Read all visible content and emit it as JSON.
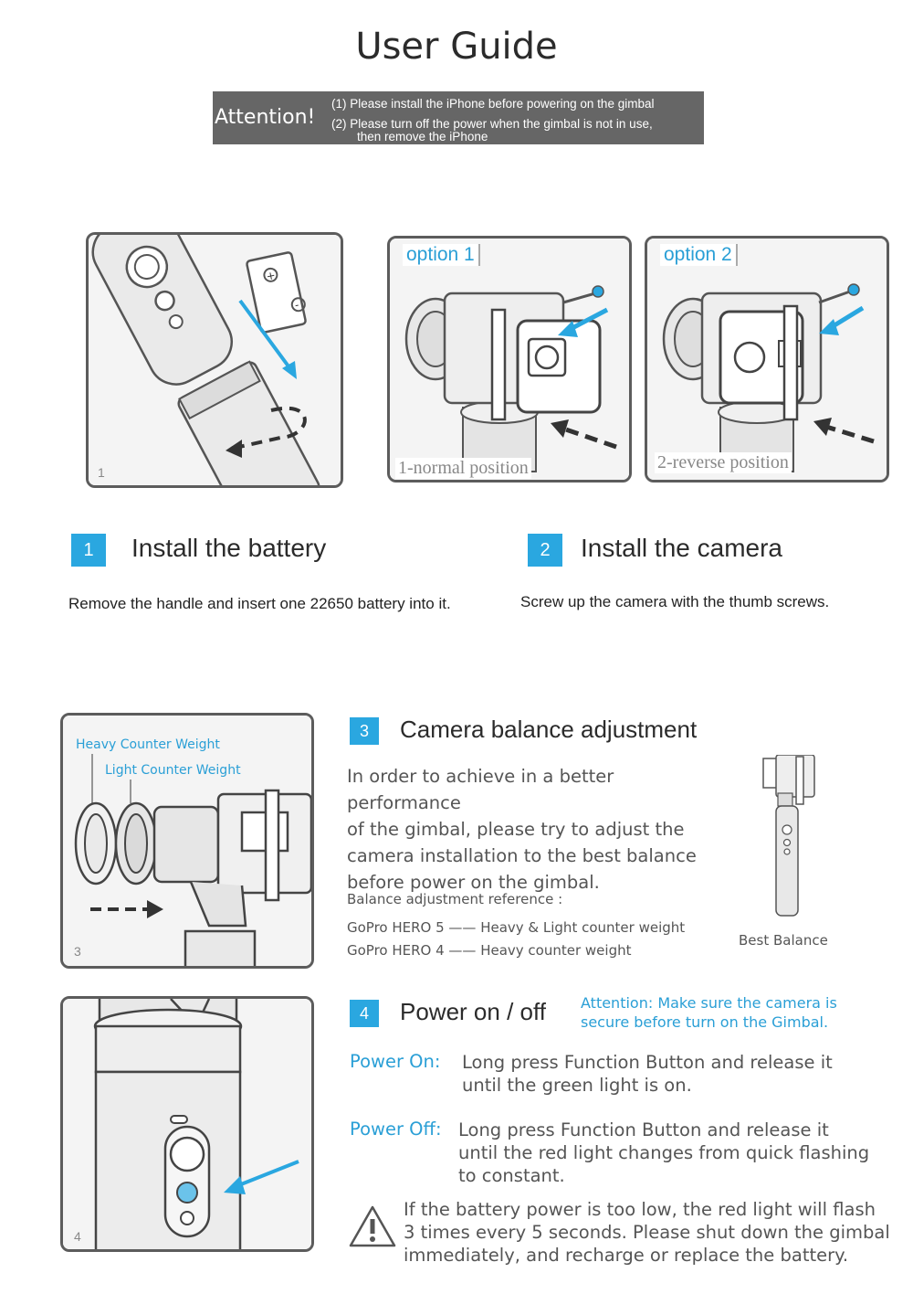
{
  "page": {
    "title": "User Guide",
    "attention": {
      "label": "Attention!",
      "line1": "(1) Please install the iPhone before powering on the gimbal",
      "line2": "(2) Please turn off the power when the gimbal is not in use,",
      "line3": "then remove the iPhone"
    }
  },
  "panels": {
    "panel1_num": "1",
    "option1": {
      "label": "option 1",
      "position": "1-normal position"
    },
    "option2": {
      "label": "option 2",
      "position": "2-reverse position"
    },
    "panel3": {
      "num": "3",
      "heavy": "Heavy Counter Weight",
      "light": "Light Counter Weight"
    },
    "panel4_num": "4"
  },
  "steps": {
    "step1": {
      "num": "1",
      "title": "Install the battery",
      "desc": "Remove the handle and insert one 22650 battery into it."
    },
    "step2": {
      "num": "2",
      "title": "Install the camera",
      "desc": "Screw up the camera with the thumb screws."
    },
    "step3": {
      "num": "3",
      "title": "Camera balance adjustment",
      "para": [
        "In order to achieve in a better performance",
        "of the gimbal, please try to adjust the",
        "camera installation to the best balance",
        "before power on the gimbal."
      ],
      "ref_title": "Balance adjustment reference :",
      "ref1": "GoPro HERO 5 —— Heavy & Light counter weight",
      "ref2": "GoPro HERO 4 —— Heavy counter weight",
      "best": "Best Balance"
    },
    "step4": {
      "num": "4",
      "title": "Power on / off",
      "attention1": "Attention: Make sure the camera is",
      "attention2": "secure before turn on the Gimbal.",
      "on_label": "Power On:",
      "on_text": [
        "Long press Function Button and release it",
        "until the green light is on."
      ],
      "off_label": "Power Off:",
      "off_text": [
        "Long press Function Button and release it",
        "until the red light changes from quick flashing",
        "to constant."
      ],
      "warning": [
        "If the battery power is too low, the red light will flash",
        "3 times every 5 seconds. Please shut down the gimbal",
        "immediately, and recharge or replace the battery."
      ]
    }
  },
  "colors": {
    "accent": "#2aa7e0",
    "attention_bg": "#666666",
    "panel_border": "#5c5c5c"
  },
  "icons": [
    "battery-icon",
    "arrow-icon",
    "gimbal-icon",
    "camera-icon",
    "warning-icon"
  ]
}
